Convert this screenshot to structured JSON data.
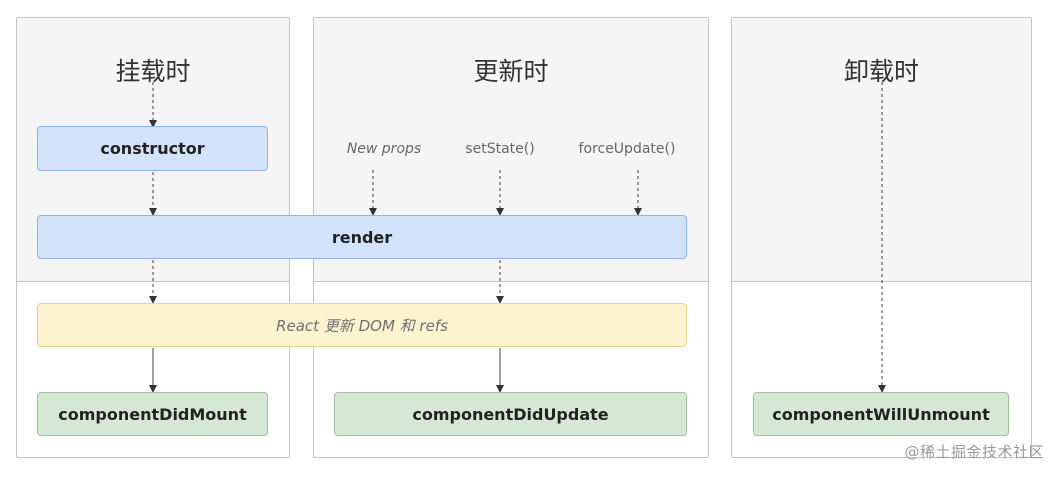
{
  "columns": [
    {
      "title": "挂载时"
    },
    {
      "title": "更新时"
    },
    {
      "title": "卸载时"
    }
  ],
  "boxes": {
    "constructor": "constructor",
    "render": "render",
    "react_update": "React 更新 DOM 和 refs",
    "component_did_mount": "componentDidMount",
    "component_did_update": "componentDidUpdate",
    "component_will_unmount": "componentWillUnmount"
  },
  "triggers": [
    "New props",
    "setState()",
    "forceUpdate()"
  ],
  "colors": {
    "blue_fill": "#d3e3fc",
    "yellow_fill": "#fdf3cf",
    "green_fill": "#d5e8d4",
    "panel_top": "#f5f5f5"
  },
  "watermark": "@稀土掘金技术社区"
}
